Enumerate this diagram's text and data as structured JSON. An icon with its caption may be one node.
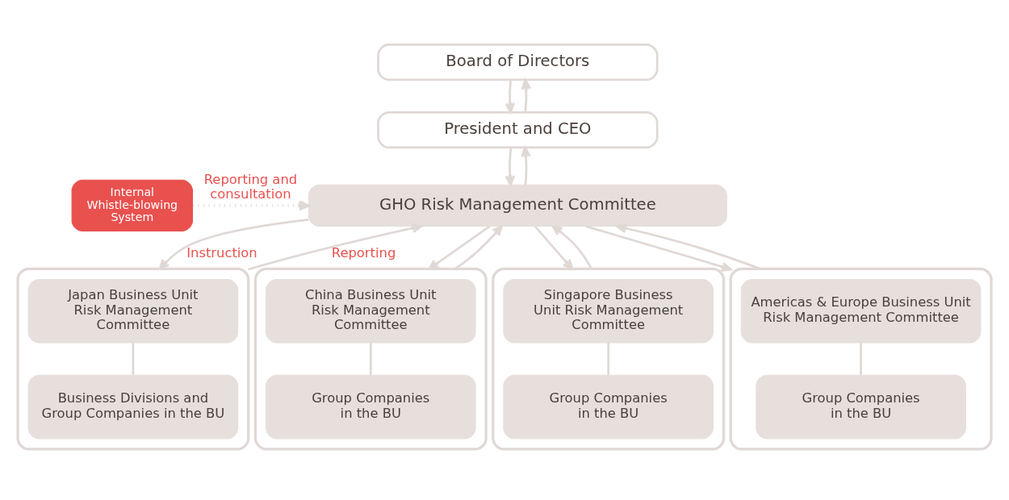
{
  "diagram": {
    "nodes": [
      {
        "text": [
          "Board of Directors"
        ]
      },
      {
        "text": [
          "President and CEO"
        ]
      },
      {
        "text": [
          "Internal Whistle-blowing System"
        ]
      },
      {
        "text": [
          "GHO Risk Management Committee"
        ]
      },
      {
        "text": [],
        "shape": "box"
      },
      {
        "text": [
          "Japan Business Unit Risk Management Committee"
        ],
        "in": 4
      },
      {
        "text": [
          "Business Divisions and Group Companies in the BU"
        ],
        "in": 4
      },
      {
        "text": [],
        "shape": "box"
      },
      {
        "text": [
          "China Business Unit Risk Management Committee"
        ],
        "in": 7
      },
      {
        "text": [
          "Group Companies in the BU"
        ],
        "in": 7
      },
      {
        "text": [],
        "shape": "box"
      },
      {
        "text": [
          "Singapore Business Unit Risk Management Committee"
        ],
        "in": 10
      },
      {
        "text": [
          "Group Companies in the BU"
        ],
        "in": 10
      },
      {
        "text": [],
        "shape": "box"
      },
      {
        "text": [
          "Americas & Europe Business Unit Risk Management Committee"
        ],
        "in": 13
      },
      {
        "text": [
          "Group Companies in the BU"
        ],
        "in": 13
      }
    ],
    "edges": [
      {
        "from": 0,
        "to": 1,
        "arrow": "to"
      },
      {
        "from": 1,
        "to": 0,
        "arrow": "to"
      },
      {
        "from": 1,
        "to": 3,
        "arrow": "to"
      },
      {
        "from": 3,
        "to": 1,
        "arrow": "to"
      },
      {
        "from": 2,
        "to": 3,
        "arrow": "to",
        "label": "Reporting and consultation",
        "style": "dashed"
      },
      {
        "from": 3,
        "to": 4,
        "arrow": "to",
        "label": "Instruction"
      },
      {
        "from": 3,
        "to": 7,
        "arrow": "to"
      },
      {
        "from": 3,
        "to": 10,
        "arrow": "to"
      },
      {
        "from": 3,
        "to": 13,
        "arrow": "to"
      },
      {
        "from": 4,
        "to": 3,
        "arrow": "to",
        "label": "Reporting"
      },
      {
        "from": 7,
        "to": 3,
        "arrow": "to"
      },
      {
        "from": 10,
        "to": 3,
        "arrow": "to"
      },
      {
        "from": 13,
        "to": 3,
        "arrow": "to"
      },
      {
        "from": 5,
        "to": 6,
        "arrow": "none"
      },
      {
        "from": 8,
        "to": 9,
        "arrow": "none"
      },
      {
        "from": 11,
        "to": 12,
        "arrow": "none"
      },
      {
        "from": 14,
        "to": 15,
        "arrow": "none"
      }
    ]
  }
}
